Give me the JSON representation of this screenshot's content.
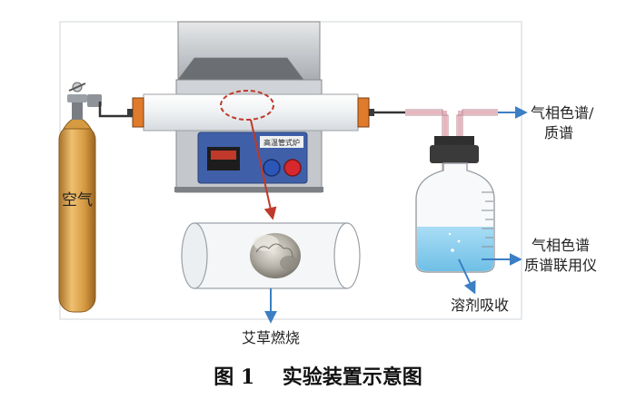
{
  "labels": {
    "gas_cylinder": "空气",
    "furnace_panel": "高温管式炉",
    "combustion": "艾草燃烧",
    "output_top_line1": "气相色谱/",
    "output_top_line2": "质谱",
    "output_mid_line1": "气相色谱",
    "output_mid_line2": "质谱联用仪",
    "absorption": "溶剂吸收"
  },
  "caption": {
    "figure_number": "图 1",
    "title": "实验装置示意图"
  },
  "colors": {
    "cylinder": "#d9a24a",
    "furnace_body": "#bfc3c7",
    "panel": "#3f5fa8",
    "display": "#c0392b",
    "arrow_red": "#c0392b",
    "arrow_blue": "#3b7fc4",
    "liquid": "#8fd0ef",
    "tube_pink": "#e7b6bf"
  }
}
